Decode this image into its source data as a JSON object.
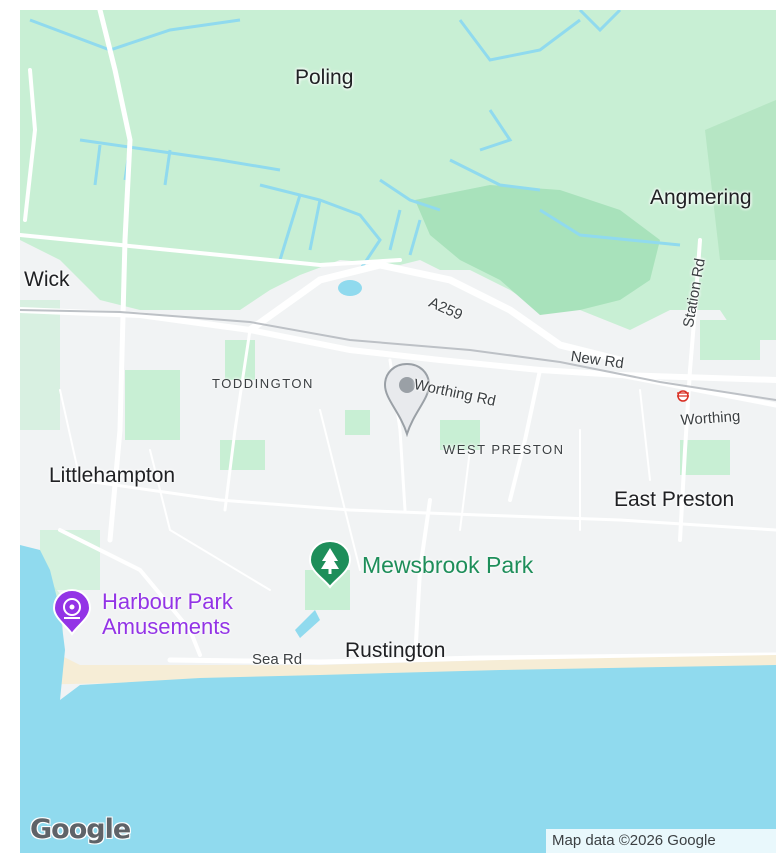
{
  "places": {
    "poling": "Poling",
    "angmering": "Angmering",
    "wick": "Wick",
    "littlehampton": "Littlehampton",
    "east_preston": "East Preston",
    "rustington": "Rustington",
    "toddington": "TODDINGTON",
    "west_preston": "WEST PRESTON"
  },
  "roads": {
    "a259": "A259",
    "new_rd": "New Rd",
    "worthing_rd": "Worthing Rd",
    "station_rd": "Station Rd",
    "sea_rd": "Sea Rd",
    "worthing_station": "Worthing"
  },
  "pois": {
    "mewsbrook": "Mewsbrook Park",
    "harbour_line1": "Harbour Park",
    "harbour_line2": "Amusements"
  },
  "branding": {
    "logo": "Google",
    "attribution": "Map data ©2026 Google"
  },
  "colors": {
    "land": "#f1f3f4",
    "green_area": "#c8efd4",
    "water": "#90daee",
    "beach": "#f6edd6",
    "road": "#ffffff",
    "major_road": "#bdc1c6",
    "park_pin": "#1e8e5a",
    "amusement_pin": "#9334e6",
    "marker": "#9aa0a6"
  }
}
